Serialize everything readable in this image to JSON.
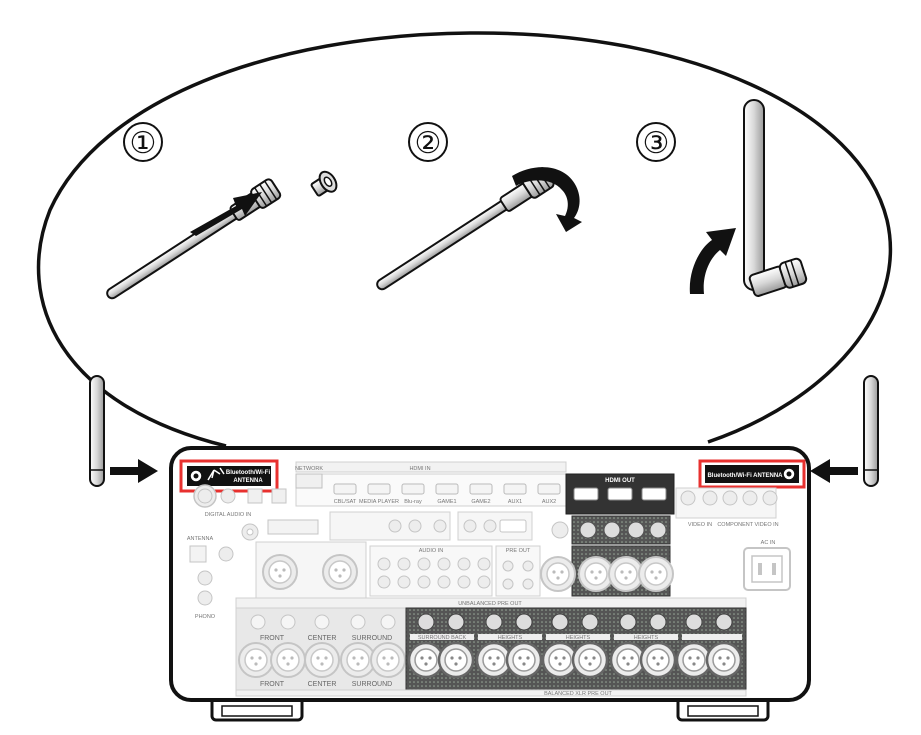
{
  "steps": [
    {
      "label": "①"
    },
    {
      "label": "②"
    },
    {
      "label": "③"
    }
  ],
  "panel": {
    "antenna_label": "Bluetooth/Wi-Fi ANTENNA",
    "antenna_label_line1": "Bluetooth/Wi-Fi",
    "antenna_label_line2": "ANTENNA",
    "hdmi_in": "HDMI IN",
    "hdmi_out": "HDMI OUT",
    "network": "NETWORK",
    "unbalanced_pre_out": "UNBALANCED PRE OUT",
    "balanced_pre_out": "BALANCED XLR PRE OUT",
    "front": "FRONT",
    "center": "CENTER",
    "surround": "SURROUND",
    "surround_back": "SURROUND BACK",
    "heights": "HEIGHTS",
    "ac_in": "AC IN",
    "pre_out": "PRE OUT",
    "audio_in": "AUDIO IN",
    "digital_audio_in": "DIGITAL AUDIO IN",
    "antenna": "ANTENNA",
    "phono": "PHONO",
    "component_video_in": "COMPONENT VIDEO IN",
    "video_in": "VIDEO IN",
    "hdmi_inputs": [
      "CBL/SAT",
      "MEDIA PLAYER",
      "Blu-ray",
      "GAME1",
      "GAME2",
      "AUX1",
      "AUX2"
    ],
    "highlight_color": "#e8312f"
  }
}
